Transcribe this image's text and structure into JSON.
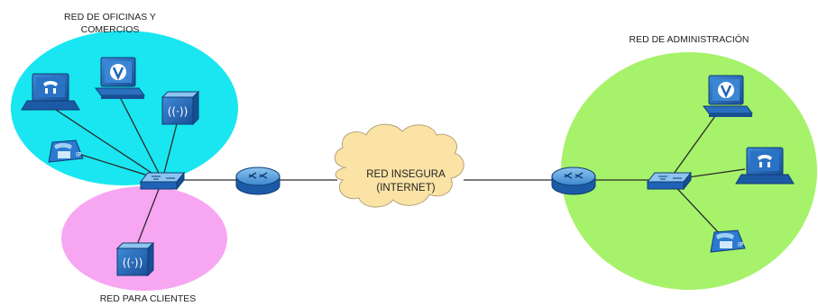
{
  "colors": {
    "zone_office": "#19e6f0",
    "zone_clients": "#f7a6f2",
    "zone_admin": "#a6f26a",
    "cloud": "#fbe3a6",
    "device_blue": "#1f63b8",
    "device_light": "#6fb2ea"
  },
  "labels": {
    "office_network_line1": "RED DE OFICINAS Y",
    "office_network_line2": "COMERCIOS",
    "client_network": "RED PARA CLIENTES",
    "admin_network": "RED DE ADMINISTRACIÓN",
    "cloud_line1": "RED INSEGURA",
    "cloud_line2": "(INTERNET)"
  },
  "icons": [
    "laptop-icon",
    "workstation-icon",
    "wireless-ap-icon",
    "ip-phone-icon",
    "switch-icon",
    "router-icon",
    "cloud-icon"
  ]
}
